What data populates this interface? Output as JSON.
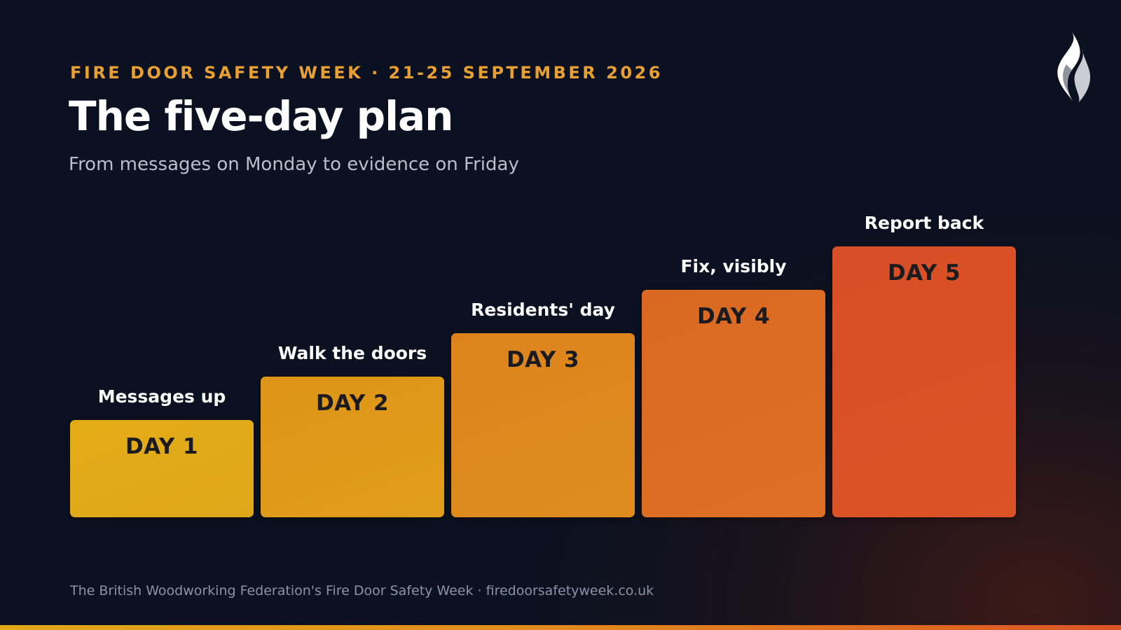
{
  "header": {
    "eyebrow": "FIRE DOOR SAFETY WEEK · 21-25 SEPTEMBER 2026",
    "title": "The five-day plan",
    "subtitle": "From messages on Monday to evidence on Friday"
  },
  "logo": {
    "icon": "flame-icon"
  },
  "steps": [
    {
      "day": "DAY 1",
      "label": "Messages up",
      "color": "#e0a815"
    },
    {
      "day": "DAY 2",
      "label": "Walk the doors",
      "color": "#df9619"
    },
    {
      "day": "DAY 3",
      "label": "Residents' day",
      "color": "#de851e"
    },
    {
      "day": "DAY 4",
      "label": "Fix, visibly",
      "color": "#dc6a22"
    },
    {
      "day": "DAY 5",
      "label": "Report back",
      "color": "#da5126"
    }
  ],
  "footer": {
    "text": "The British Woodworking Federation's Fire Door Safety Week · firedoorsafetyweek.co.uk"
  },
  "colors": {
    "background": "#0b1120",
    "accent": "#e8a033"
  }
}
